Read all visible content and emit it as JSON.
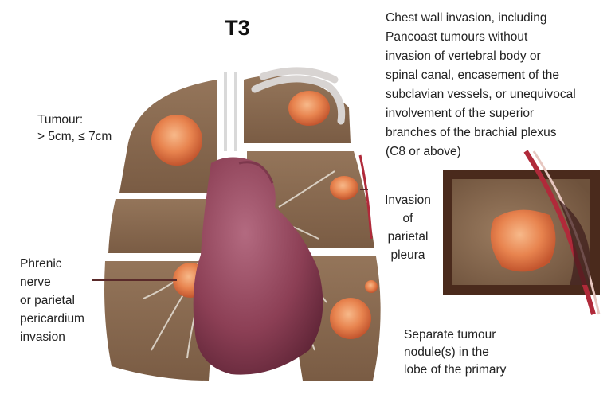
{
  "title": "T3",
  "labels": {
    "tumour": [
      "Tumour:",
      "> 5cm, ≤ 7cm"
    ],
    "chest_wall": [
      "Chest wall invasion, including",
      "Pancoast tumours without",
      "invasion of vertebral body or",
      "spinal canal, encasement of the",
      "subclavian vessels, or unequivocal",
      "involvement of the superior",
      "branches of the brachial plexus",
      "(C8 or above)"
    ],
    "parietal_pleura": [
      "Invasion",
      "of",
      "parietal",
      "pleura"
    ],
    "phrenic": [
      "Phrenic",
      "nerve",
      "or parietal",
      "pericardium",
      "invasion"
    ],
    "separate_nodule": [
      "Separate tumour",
      "nodule(s) in the",
      "lobe of the primary"
    ]
  },
  "colors": {
    "lung_tissue": "#8a6a50",
    "tumour": "#e8844f",
    "heart": "#8c3f55",
    "inset_frame": "#4a2a1c",
    "pleura_line": "#b02a3a"
  }
}
